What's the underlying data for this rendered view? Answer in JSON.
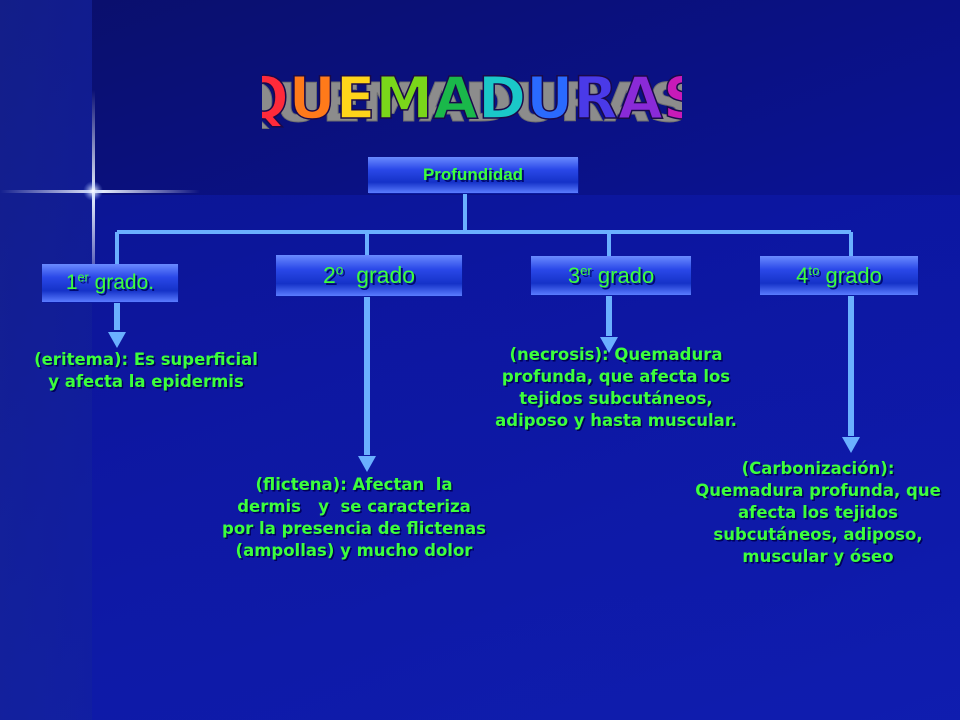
{
  "title": "QUEMADURAS",
  "root": {
    "label": "Profundidad"
  },
  "grades": [
    {
      "number": "1",
      "suffix": "er",
      "word": " grado.",
      "description": [
        "(eritema): Es superficial",
        "y afecta la epidermis"
      ]
    },
    {
      "number": "2",
      "suffix": "o",
      "word": "  grado",
      "description": [
        "(flictena): Afectan  la",
        "dermis   y  se caracteriza",
        "por la presencia de flictenas",
        "(ampollas) y mucho dolor"
      ]
    },
    {
      "number": "3",
      "suffix": "er",
      "word": " grado",
      "description": [
        "(necrosis): Quemadura",
        "profunda, que afecta los",
        "tejidos subcutáneos,",
        "adiposo y hasta muscular."
      ]
    },
    {
      "number": "4",
      "suffix": "to",
      "word": " grado",
      "description": [
        "(Carbonización):",
        "Quemadura profunda, que",
        "afecta los tejidos",
        "subcutáneos, adiposo,",
        "muscular y óseo"
      ]
    }
  ],
  "colors": {
    "text_green": "#3cff3c",
    "connector": "#6ab0ff",
    "box_blue": "#2a48e8",
    "title_letters": [
      "#ff2a3a",
      "#ff7a1a",
      "#ffd41a",
      "#7ad61a",
      "#1ab84a",
      "#1ac8c8",
      "#2a6aff",
      "#4a3ae8",
      "#8a2ad8",
      "#c81ab8"
    ]
  }
}
